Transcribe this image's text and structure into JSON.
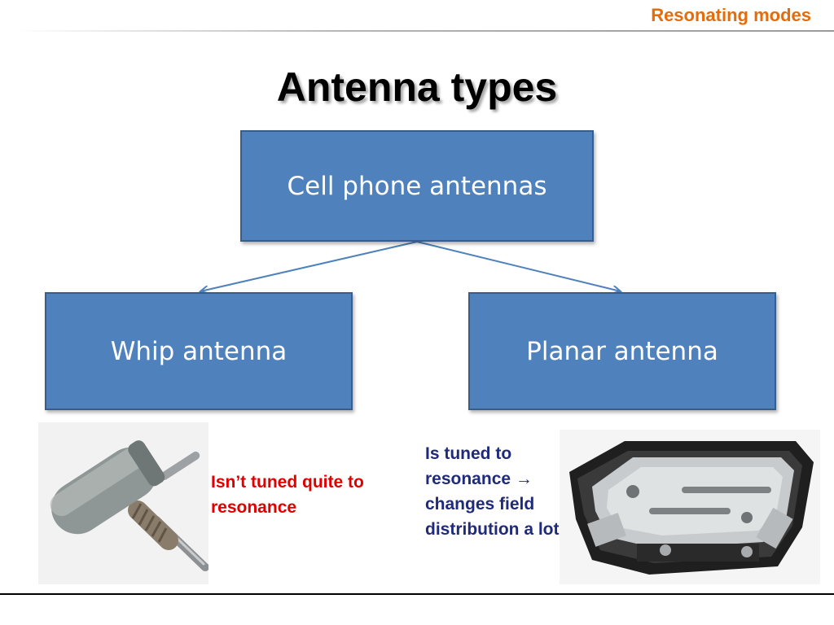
{
  "header": {
    "section_title": "Resonating modes"
  },
  "title": "Antenna types",
  "diagram": {
    "root": "Cell phone antennas",
    "children": [
      "Whip antenna",
      "Planar antenna"
    ]
  },
  "notes": {
    "whip": "Isn’t tuned quite to resonance",
    "planar": "Is tuned to resonance → changes field distribution a lot"
  },
  "colors": {
    "box_fill": "#4f81bd",
    "box_border": "#385d8a",
    "connector": "#4f81bd",
    "header_text": "#e46c0a",
    "note_red": "#e00000",
    "note_blue": "#1f2a7a"
  },
  "images": {
    "whip": "whip-antenna-photo",
    "planar": "planar-antenna-photo"
  }
}
